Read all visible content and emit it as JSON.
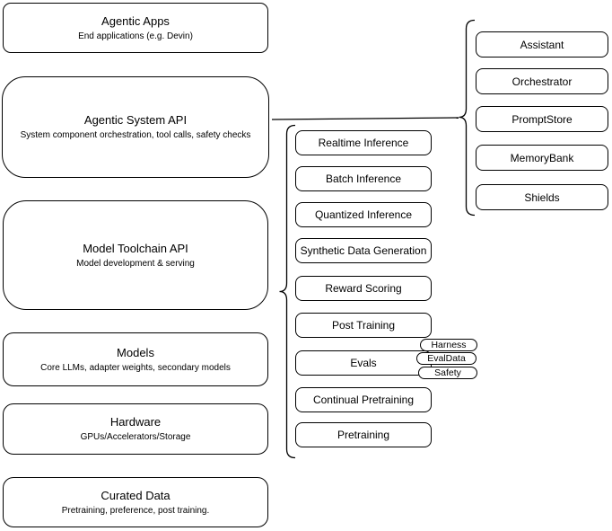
{
  "stack": {
    "layers": [
      {
        "title": "Agentic Apps",
        "subtitle": "End applications (e.g. Devin)"
      },
      {
        "title": "Agentic System API",
        "subtitle": "System component orchestration, tool calls, safety checks"
      },
      {
        "title": "Model Toolchain API",
        "subtitle": "Model development & serving"
      },
      {
        "title": "Models",
        "subtitle": "Core LLMs, adapter weights, secondary models"
      },
      {
        "title": "Hardware",
        "subtitle": "GPUs/Accelerators/Storage"
      },
      {
        "title": "Curated Data",
        "subtitle": "Pretraining, preference, post training."
      }
    ]
  },
  "toolchain": {
    "items": [
      "Realtime Inference",
      "Batch Inference",
      "Quantized Inference",
      "Synthetic Data Generation",
      "Reward Scoring",
      "Post Training",
      "Evals",
      "Continual Pretraining",
      "Pretraining"
    ],
    "evals_tags": [
      "Harness",
      "EvalData",
      "Safety"
    ]
  },
  "system_components": {
    "items": [
      "Assistant",
      "Orchestrator",
      "PromptStore",
      "MemoryBank",
      "Shields"
    ]
  },
  "colors": {
    "stroke": "#000000",
    "fill": "#ffffff",
    "text": "#000000",
    "background": "#ffffff"
  }
}
